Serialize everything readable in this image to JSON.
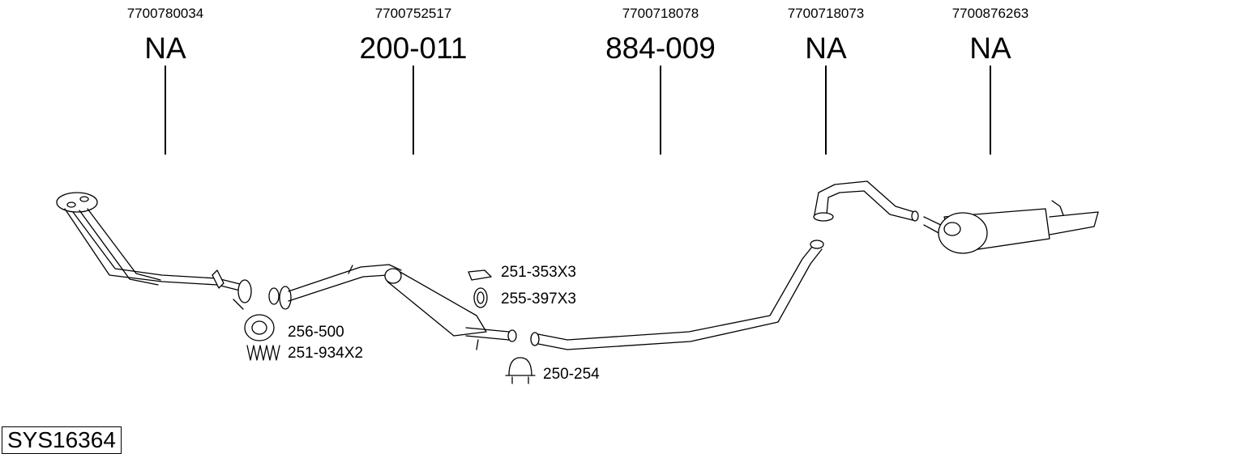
{
  "parts": [
    {
      "oe": "7700780034",
      "code": "NA"
    },
    {
      "oe": "7700752517",
      "code": "200-011"
    },
    {
      "oe": "7700718078",
      "code": "884-009"
    },
    {
      "oe": "7700718073",
      "code": "NA"
    },
    {
      "oe": "7700876263",
      "code": "NA"
    }
  ],
  "accessories": [
    {
      "code": "251-353X3"
    },
    {
      "code": "255-397X3"
    },
    {
      "code": "256-500"
    },
    {
      "code": "251-934X2"
    },
    {
      "code": "250-254"
    }
  ],
  "system_id": "SYS16364"
}
